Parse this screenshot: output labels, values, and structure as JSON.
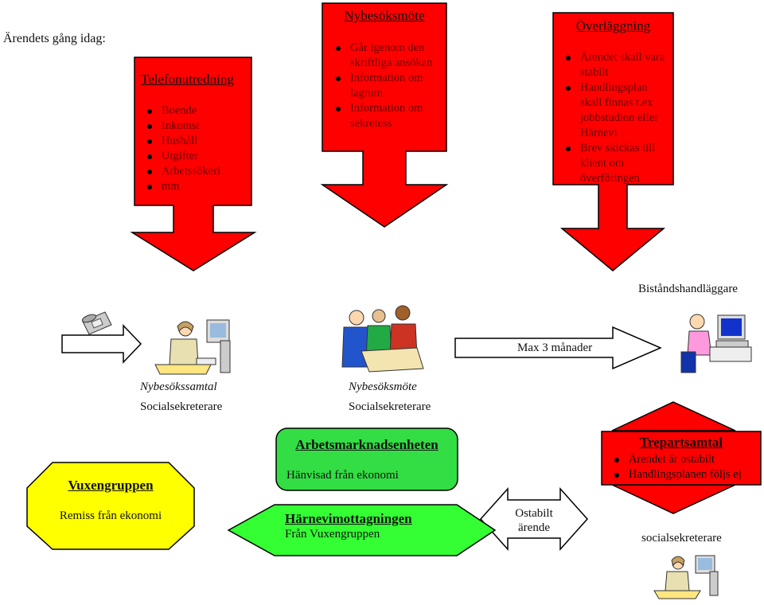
{
  "header": {
    "title": "Ärendets gång idag:"
  },
  "boxes": {
    "telefon": {
      "title": "Telefonutredning",
      "items": [
        "Boende",
        "Inkomst",
        "Hushåll",
        "Utgifter",
        "Arbetssökeri",
        "mm"
      ]
    },
    "nybesok": {
      "title": "Nybesöksmöte",
      "items": [
        "Går igenom den skriftliga ansökan",
        "Information om lagrum",
        "Information om sekretess"
      ]
    },
    "overlagg": {
      "title": "Överläggning",
      "items": [
        "Ärendet skall vara stabilt",
        "Handlingsplan skall finnas t.ex jobbstudion eller Härnevi",
        "Brev skickas till klient om överföringen"
      ]
    }
  },
  "labels": {
    "bistand": "Biståndshandläggare",
    "max": "Max 3 månader",
    "nybesokssamtal": "Nybesökssamtal",
    "soc1": "Socialsekreterare",
    "nybesoksmote": "Nybesöksmöte",
    "soc2": "Socialsekreterare",
    "ostabilt": "Ostabilt ärende",
    "soc3": "socialsekreterare"
  },
  "vuxen": {
    "title": "Vuxengruppen",
    "sub": "Remiss från ekonomi"
  },
  "arbets": {
    "title": "Arbetsmarknadsenheten",
    "sub": "Hänvisad från ekonomi"
  },
  "harnevi": {
    "title": "Härnevimottagningen",
    "sub": "Från Vuxengruppen"
  },
  "treparts": {
    "title": "Trepartsamtal",
    "items": [
      "Ärendet är ostabilt",
      "Handlingsplanen följs ej"
    ]
  },
  "icons": [
    "phone-icon",
    "woman-at-computer-icon",
    "meeting-icon",
    "person-at-computer-icon"
  ],
  "colors": {
    "red": "#ff0000",
    "yellow": "#ffff00",
    "green": "#33dd44",
    "lightgreen": "#33ff33"
  }
}
